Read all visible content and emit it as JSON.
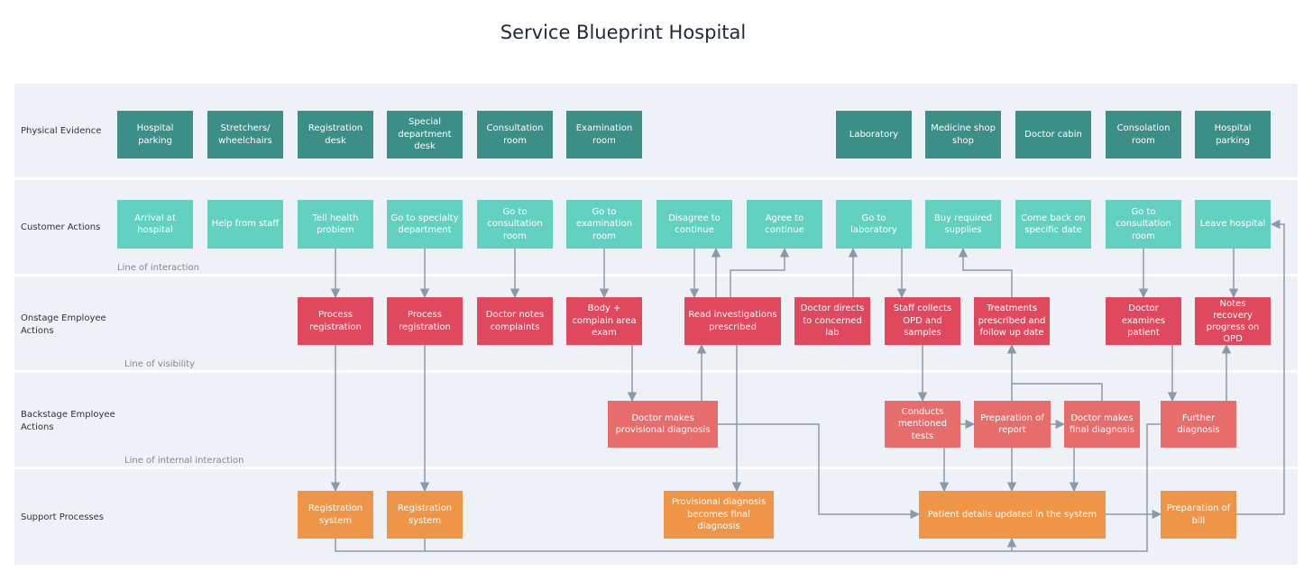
{
  "title": "Service Blueprint Hospital",
  "colors": {
    "physical_evidence": "#3b8f86",
    "customer_actions": "#63d1c0",
    "onstage_actions": "#e0485d",
    "backstage_actions": "#e76d6d",
    "support_processes": "#ee9548",
    "connector": "#8a9aab",
    "lane_background": "#eef2f7"
  },
  "lanes": {
    "physical_evidence": "Physical Evidence",
    "customer_actions": "Customer Actions",
    "onstage_actions": "Onstage Employee\nActions",
    "backstage_actions": "Backstage Employee\nActions",
    "support_processes": "Support Processes"
  },
  "lines": {
    "interaction": "Line of interaction",
    "visibility": "Line of visibility",
    "internal_interaction": "Line of internal interaction"
  },
  "physical_evidence": {
    "p1": "Hospital\nparking",
    "p2": "Stretchers/\nwheelchairs",
    "p3": "Registration\ndesk",
    "p4": "Special\ndepartment\ndesk",
    "p5": "Consultation\nroom",
    "p6": "Examination\nroom",
    "p7": "Laboratory",
    "p8": "Medicine shop\nshop",
    "p9": "Doctor cabin",
    "p10": "Consolation\nroom",
    "p11": "Hospital\nparking"
  },
  "customer_actions": {
    "c1": "Arrival at\nhospital",
    "c2": "Help from staff",
    "c3": "Tell health\nproblem",
    "c4": "Go to specialty\ndepartment",
    "c5": "Go to\nconsultation\nroom",
    "c6": "Go to\nexamination\nroom",
    "c7": "Disagree to\ncontinue",
    "c8": "Agree to\ncontinue",
    "c9": "Go to\nlaboratory",
    "c10": "Buy required\nsupplies",
    "c11": "Come back on\nspecific date",
    "c12": "Go to\nconsultation\nroom",
    "c13": "Leave hospital"
  },
  "onstage_actions": {
    "o1": "Process\nregistration",
    "o2": "Process\nregistration",
    "o3": "Doctor notes\ncomplaints",
    "o4": "Body +\ncomplain area\nexam",
    "o5": "Read investigations\nprescribed",
    "o6": "Doctor directs\nto concerned\nlab",
    "o7": "Staff collects\nOPD and\nsamples",
    "o8": "Treatments\nprescribed and\nfollow up date",
    "o9": "Doctor\nexamines\npatient",
    "o10": "Notes\nrecovery\nprogress on\nOPD"
  },
  "backstage_actions": {
    "b1": "Doctor makes\nprovisional diagnosis",
    "b2": "Conducts\nmentioned\ntests",
    "b3": "Preparation of\nreport",
    "b4": "Doctor makes\nfinal diagnosis",
    "b5": "Further\ndiagnosis"
  },
  "support_processes": {
    "s1": "Registration\nsystem",
    "s2": "Registration\nsystem",
    "s3": "Provisional diagnosis\nbecomes final diagnosis",
    "s4": "Patient details updated in the system",
    "s5": "Preparation of\nbill"
  }
}
